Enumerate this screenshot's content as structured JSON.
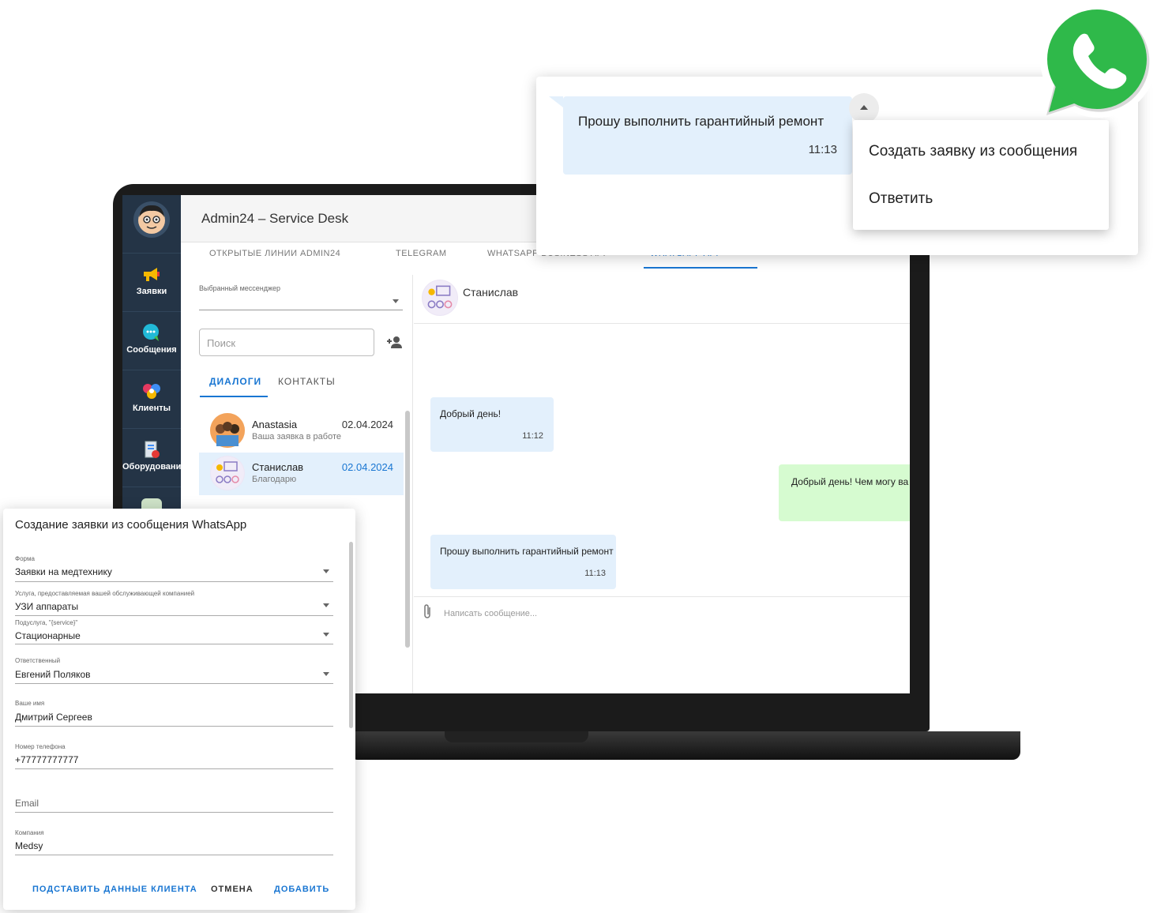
{
  "app": {
    "title": "Admin24 – Service Desk",
    "sidebar": [
      {
        "label": "Заявки",
        "icon": "megaphone-icon"
      },
      {
        "label": "Сообщения",
        "icon": "chat-bubble-icon"
      },
      {
        "label": "Клиенты",
        "icon": "clients-icon"
      },
      {
        "label": "Оборудование",
        "icon": "equipment-icon"
      }
    ],
    "tabs": [
      "ОТКРЫТЫЕ ЛИНИИ ADMIN24",
      "TELEGRAM",
      "WHATSAPP BUSINESS API",
      "WHATSAPP API"
    ],
    "messenger_select_label": "Выбранный мессенджер",
    "search_placeholder": "Поиск",
    "list_tabs": [
      "ДИАЛОГИ",
      "КОНТАКТЫ"
    ],
    "dialogs": [
      {
        "name": "Anastasia",
        "last_message": "Ваша заявка в работе",
        "date": "02.04.2024"
      },
      {
        "name": "Станислав",
        "last_message": "Благодарю",
        "date": "02.04.2024"
      }
    ],
    "chat": {
      "contact_name": "Станислав",
      "messages": [
        {
          "direction": "in",
          "text": "Добрый день!",
          "time": "11:12"
        },
        {
          "direction": "out",
          "text": "Добрый день! Чем могу ва",
          "time": ""
        },
        {
          "direction": "in",
          "text": "Прошу выполнить гарантийный ремонт",
          "time": "11:13"
        }
      ],
      "composer_placeholder": "Написать сообщение..."
    }
  },
  "popup": {
    "message_text": "Прошу выполнить гарантийный ремонт",
    "message_time": "11:13",
    "menu_items": [
      "Создать заявку из сообщения",
      "Ответить"
    ]
  },
  "form": {
    "title": "Создание заявки из сообщения WhatsApp",
    "fields": [
      {
        "label": "Форма",
        "value": "Заявки на медтехнику"
      },
      {
        "label": "Услуга, предоставляемая вашей обслуживающей компанией",
        "value": "УЗИ аппараты"
      },
      {
        "label": "Подуслуга, \"{service}\"",
        "value": "Стационарные"
      },
      {
        "label": "Ответственный",
        "value": "Евгений Поляков"
      },
      {
        "label": "Ваше имя",
        "value": "Дмитрий Сергеев"
      },
      {
        "label": "Номер телефона",
        "value": "+77777777777"
      },
      {
        "label": "",
        "value": "Email"
      },
      {
        "label": "Компания",
        "value": "Medsy"
      }
    ],
    "buttons": [
      "ПОДСТАВИТЬ ДАННЫЕ КЛИЕНТА",
      "ОТМЕНА",
      "ДОБАВИТЬ"
    ]
  },
  "colors": {
    "accent": "#1976d2",
    "sidebar": "#243446",
    "whatsapp": "#2fb94a"
  }
}
